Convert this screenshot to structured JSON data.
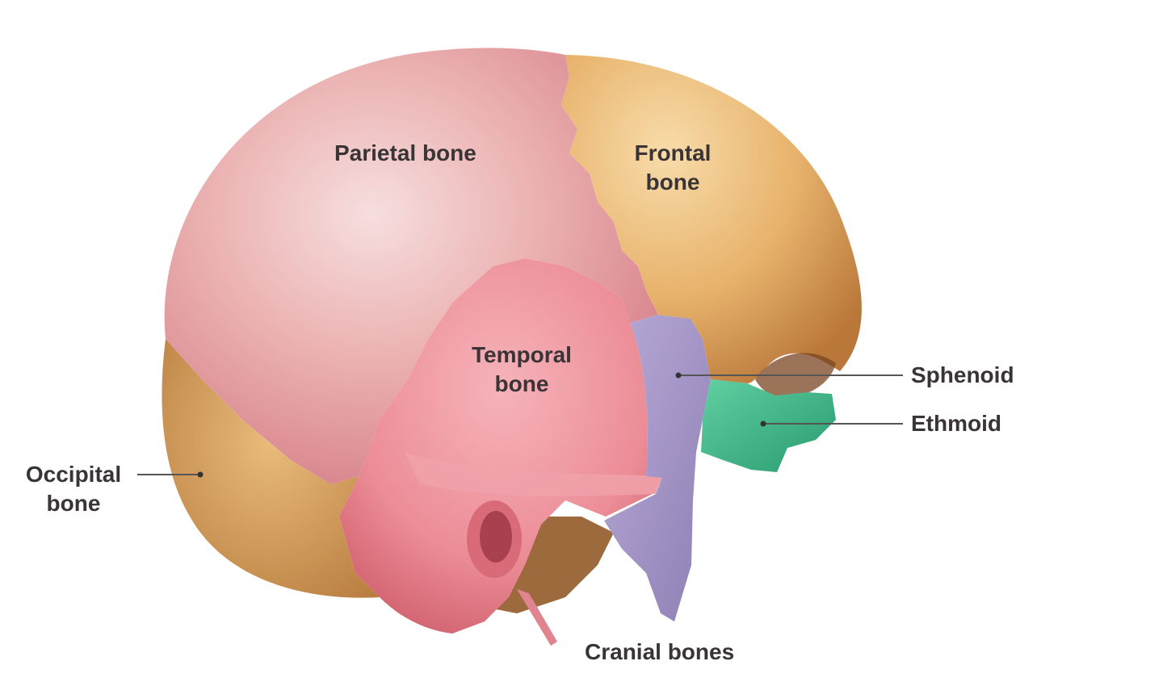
{
  "diagram": {
    "title": "Cranial bones",
    "labels": {
      "parietal": "Parietal bone",
      "frontal": [
        "Frontal",
        "bone"
      ],
      "temporal": [
        "Temporal",
        "bone"
      ],
      "sphenoid": "Sphenoid",
      "ethmoid": "Ethmoid",
      "occipital": [
        "Occipital",
        "bone"
      ]
    },
    "colors": {
      "parietal": "#e8a4a4",
      "frontal": "#e6b470",
      "occipital": "#d9a560",
      "temporal": "#ec8d97",
      "sphenoid": "#a99bc8",
      "ethmoid": "#3fb98a",
      "label_text": "#3a3436",
      "leader_line": "#555555"
    }
  }
}
